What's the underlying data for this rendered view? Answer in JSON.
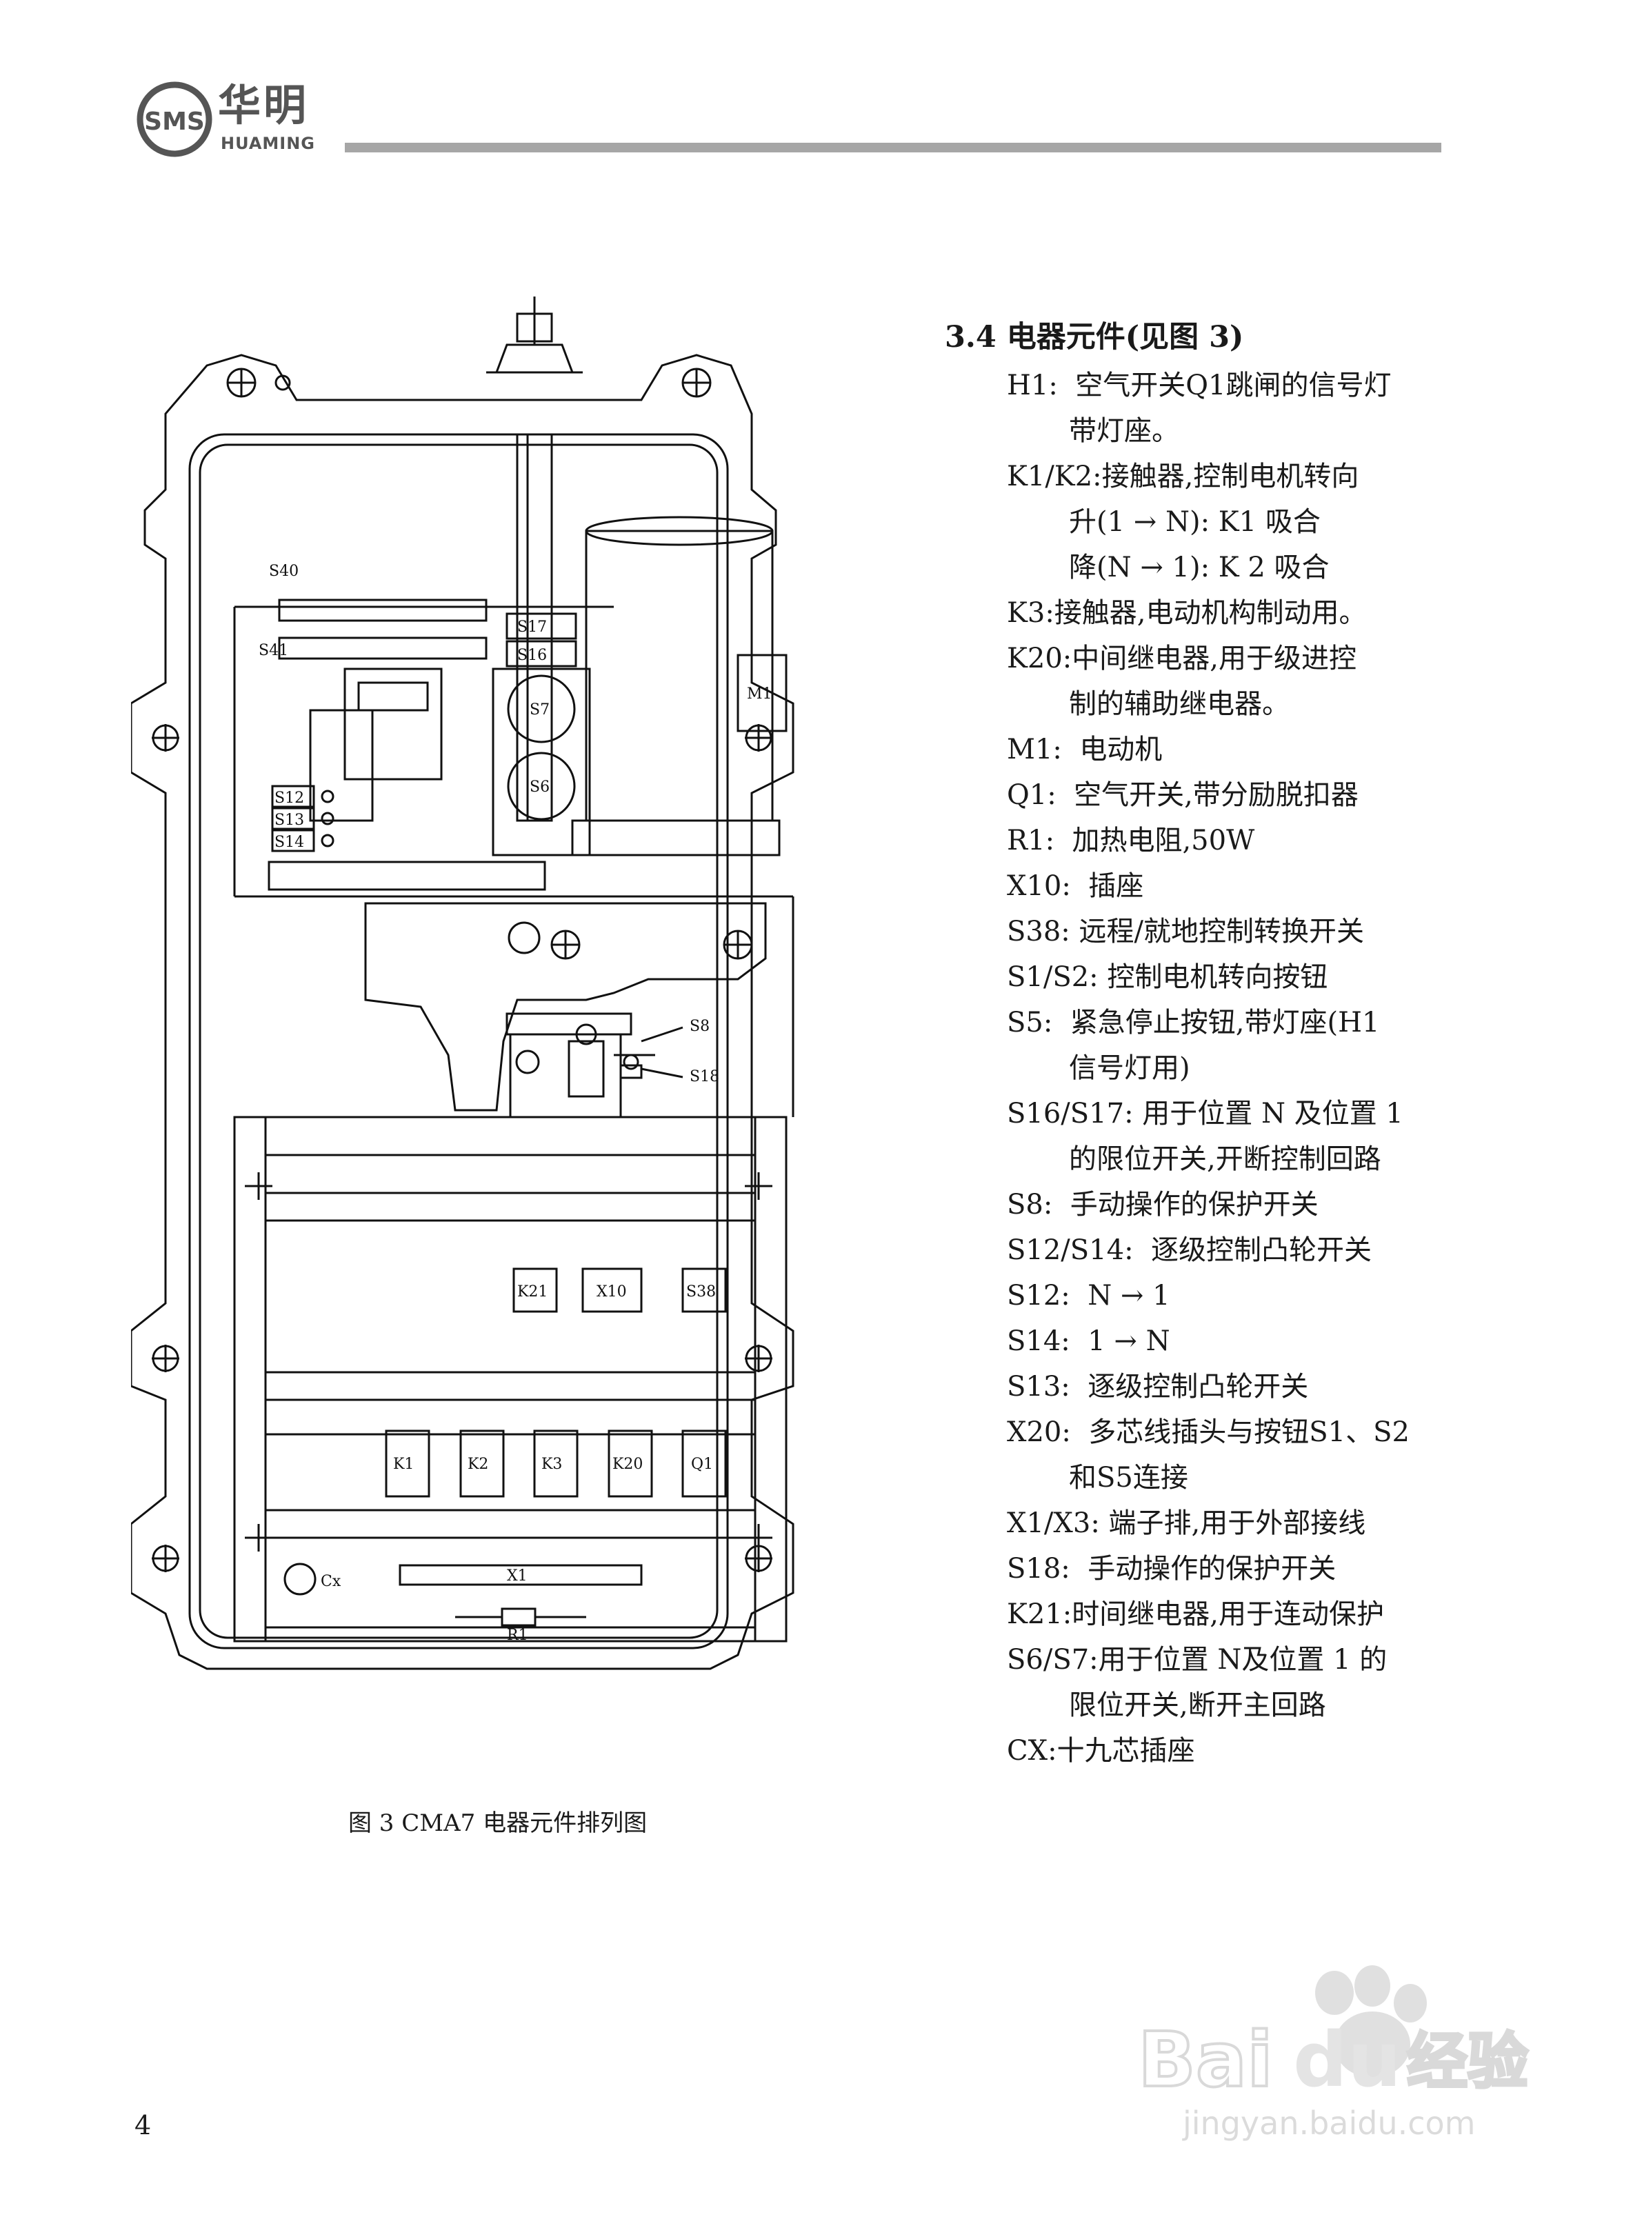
{
  "header": {
    "logo_badge": "SMS",
    "logo_cn": "华明",
    "logo_en": "HUAMING"
  },
  "diagram": {
    "labels": {
      "s40": "S40",
      "s41": "S41",
      "s17": "S17",
      "s16": "S16",
      "s7": "S7",
      "s6": "S6",
      "m1": "M1",
      "s12": "S12",
      "s13": "S13",
      "s14": "S14",
      "s8": "S8",
      "s18": "S18",
      "k21": "K21",
      "x10": "X10",
      "s38": "S38",
      "k1": "K1",
      "k2": "K2",
      "k3": "K3",
      "k20": "K20",
      "q1": "Q1",
      "cx": "Cx",
      "x1": "X1",
      "r1": "R1"
    }
  },
  "figure_caption": "图 3  CMA7 电器元件排列图",
  "section": {
    "title": "3.4 电器元件(见图 3)",
    "items": [
      {
        "text": "H1:  空气开关Q1跳闸的信号灯",
        "indent": 1
      },
      {
        "text": "带灯座。",
        "indent": 2
      },
      {
        "text": "K1/K2:接触器,控制电机转向",
        "indent": 1
      },
      {
        "text": "升(1 → N): K1 吸合",
        "indent": 2
      },
      {
        "text": "降(N → 1): K 2 吸合",
        "indent": 2
      },
      {
        "text": "K3:接触器,电动机构制动用。",
        "indent": 1
      },
      {
        "text": "K20:中间继电器,用于级进控",
        "indent": 1
      },
      {
        "text": "制的辅助继电器。",
        "indent": 2
      },
      {
        "text": "M1:  电动机",
        "indent": 1
      },
      {
        "text": "Q1:  空气开关,带分励脱扣器",
        "indent": 1
      },
      {
        "text": "R1:  加热电阻,50W",
        "indent": 1
      },
      {
        "text": "X10:  插座",
        "indent": 1
      },
      {
        "text": "S38: 远程/就地控制转换开关",
        "indent": 1
      },
      {
        "text": "S1/S2: 控制电机转向按钮",
        "indent": 1
      },
      {
        "text": "S5:  紧急停止按钮,带灯座(H1",
        "indent": 1
      },
      {
        "text": "信号灯用)",
        "indent": 2
      },
      {
        "text": "S16/S17: 用于位置 N 及位置 1",
        "indent": 1
      },
      {
        "text": "的限位开关,开断控制回路",
        "indent": 2
      },
      {
        "text": "S8:  手动操作的保护开关",
        "indent": 1
      },
      {
        "text": "S12/S14:  逐级控制凸轮开关",
        "indent": 1
      },
      {
        "text": "S12:  N → 1",
        "indent": 1
      },
      {
        "text": "S14:  1 → N",
        "indent": 1
      },
      {
        "text": "S13:  逐级控制凸轮开关",
        "indent": 1
      },
      {
        "text": "X20:  多芯线插头与按钮S1、S2",
        "indent": 1
      },
      {
        "text": "和S5连接",
        "indent": 2
      },
      {
        "text": "X1/X3: 端子排,用于外部接线",
        "indent": 1
      },
      {
        "text": "S18:  手动操作的保护开关",
        "indent": 1
      },
      {
        "text": "K21:时间继电器,用于连动保护",
        "indent": 1
      },
      {
        "text": "S6/S7:用于位置 N及位置 1 的",
        "indent": 1
      },
      {
        "text": "限位开关,断开主回路",
        "indent": 2
      },
      {
        "text": "CX:十九芯插座",
        "indent": 1
      }
    ]
  },
  "page_number": "4",
  "watermark": {
    "brand": "Bai",
    "brand_tail": "du",
    "cn": "经验",
    "url": "jingyan.baidu.com"
  }
}
